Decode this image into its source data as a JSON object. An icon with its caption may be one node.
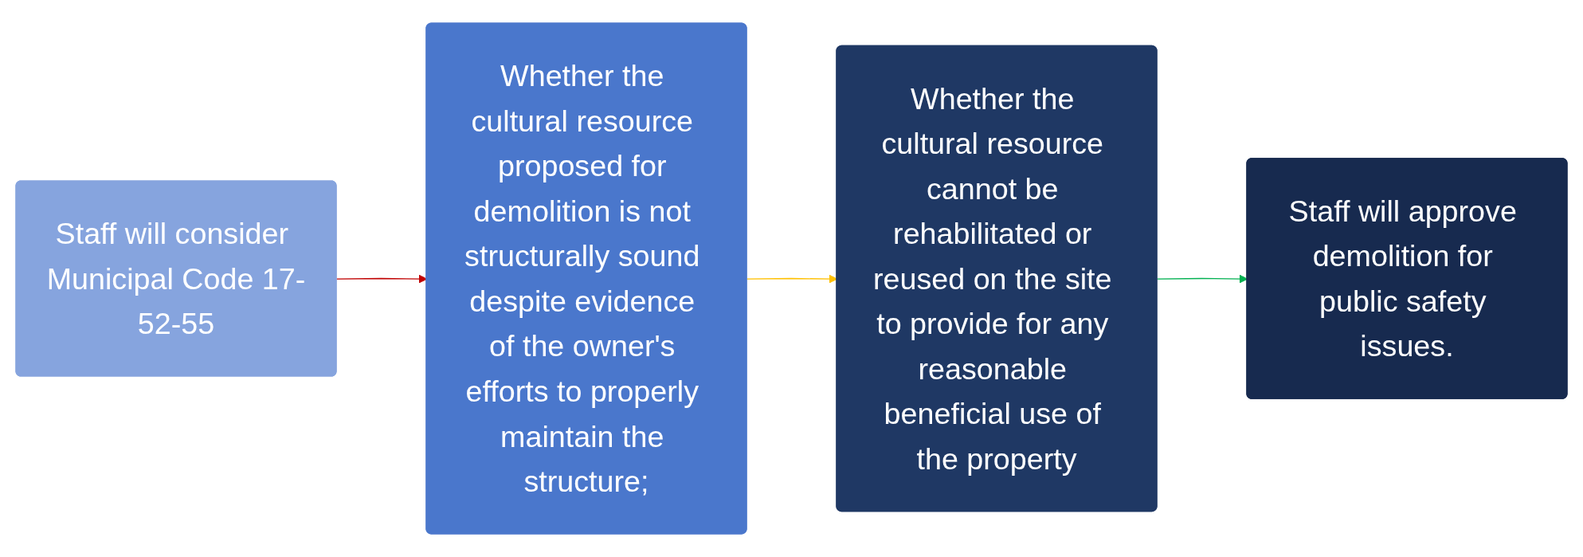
{
  "diagram": {
    "nodes": [
      {
        "text": [
          "Staff will consider Municipal Code 17-52-55"
        ]
      },
      {
        "text": [
          "Whether the cultural resource proposed for demolition is not structurally sound despite evidence of the owner's efforts to properly maintain the structure;"
        ]
      },
      {
        "text": [
          "Whether the cultural resource cannot be rehabilitated or reused on the site to provide for any reasonable beneficial use of the property"
        ]
      },
      {
        "text": [
          "Staff will approve demolition for public safety issues."
        ]
      }
    ],
    "edges": [
      {
        "from": 0,
        "to": 1,
        "arrow": "to",
        "color": "#c00000"
      },
      {
        "from": 1,
        "to": 2,
        "arrow": "to",
        "color": "#ffc000"
      },
      {
        "from": 2,
        "to": 3,
        "arrow": "to",
        "color": "#00b050"
      }
    ]
  }
}
